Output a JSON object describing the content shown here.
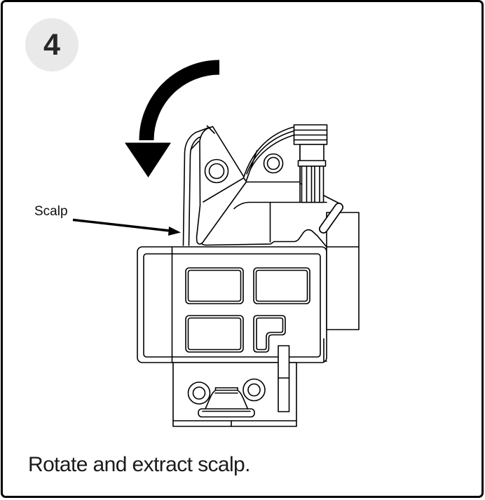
{
  "card": {
    "background": "#ffffff",
    "border_color": "#000000"
  },
  "step_badge": {
    "number": "4",
    "background": "#e9e9e9",
    "text_color": "#272727"
  },
  "callout": {
    "label": "Scalp",
    "text_color": "#101010"
  },
  "caption": {
    "text": "Rotate and extract scalp.",
    "text_color": "#1b1b1b"
  },
  "drawing": {
    "line_color": "#000000",
    "rotate_arrow_color": "#000000",
    "elements": [
      "rotate-counterclockwise-arrow",
      "scalp-part",
      "connector-housing",
      "callout-arrow"
    ]
  }
}
